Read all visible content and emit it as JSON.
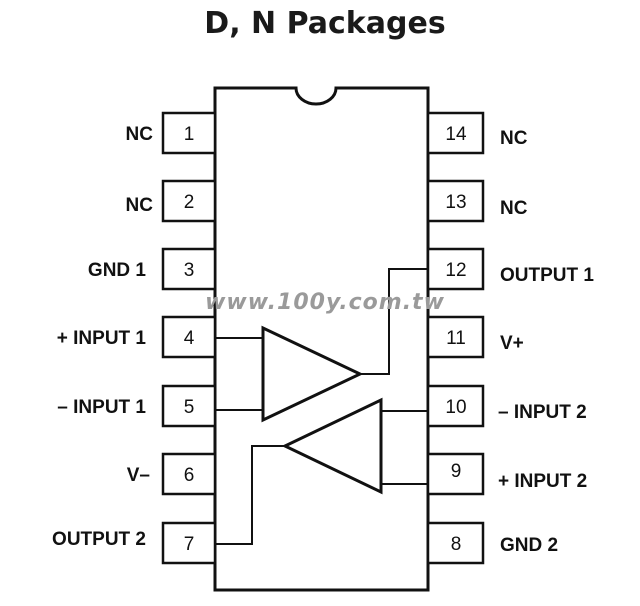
{
  "title": "D, N Packages",
  "watermark": "www.100y.com.tw",
  "left_pins": [
    {
      "number": "1",
      "label": "NC"
    },
    {
      "number": "2",
      "label": "NC"
    },
    {
      "number": "3",
      "label": "GND 1"
    },
    {
      "number": "4",
      "label": "+ INPUT 1"
    },
    {
      "number": "5",
      "label": "– INPUT 1"
    },
    {
      "number": "6",
      "label": "V–"
    },
    {
      "number": "7",
      "label": "OUTPUT 2"
    }
  ],
  "right_pins": [
    {
      "number": "14",
      "label": "NC"
    },
    {
      "number": "13",
      "label": "NC"
    },
    {
      "number": "12",
      "label": "OUTPUT 1"
    },
    {
      "number": "11",
      "label": "V+"
    },
    {
      "number": "10",
      "label": "– INPUT 2"
    },
    {
      "number": "9",
      "label": "+ INPUT 2"
    },
    {
      "number": "8",
      "label": "GND 2"
    }
  ]
}
